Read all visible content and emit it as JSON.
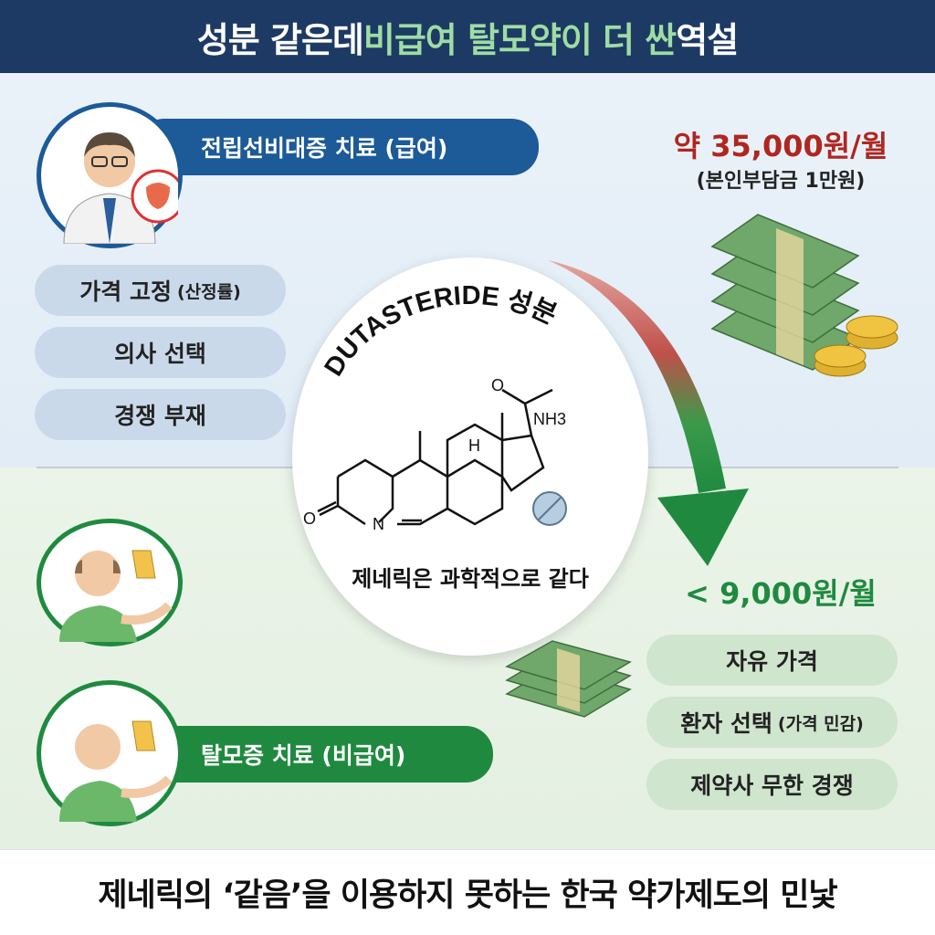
{
  "header": {
    "title_part1": "성분 같은데 ",
    "title_highlight": "비급여 탈모약이 더 싼",
    "title_part2": " 역설"
  },
  "covered": {
    "banner": "전립선비대증 치료 (급여)",
    "price": "약 35,000원/월",
    "copay": "(본인부담금 1만원)",
    "features": [
      {
        "label": "가격 고정",
        "note": "(산정률)"
      },
      {
        "label": "의사 선택",
        "note": ""
      },
      {
        "label": "경쟁 부재",
        "note": ""
      }
    ]
  },
  "center": {
    "title": "DUTASTERIDE 성분",
    "molecule_labels": {
      "o1": "O",
      "o2": "O",
      "n": "N",
      "h": "H",
      "nh3": "NH3"
    },
    "caption": "제네릭은 과학적으로 같다"
  },
  "uncovered": {
    "banner": "탈모증 치료 (비급여)",
    "price": "< 9,000원/월",
    "features": [
      {
        "label": "자유 가격",
        "note": ""
      },
      {
        "label": "환자 선택",
        "note": "(가격 민감)"
      },
      {
        "label": "제약사 무한 경쟁",
        "note": ""
      }
    ]
  },
  "footer": {
    "text": "제네릭의 ‘같음’을 이용하지 못하는 한국 약가제도의 민낯"
  },
  "colors": {
    "navy": "#1d3a64",
    "blue": "#1c5a98",
    "green": "#1f8a3f",
    "red": "#b0261f"
  }
}
